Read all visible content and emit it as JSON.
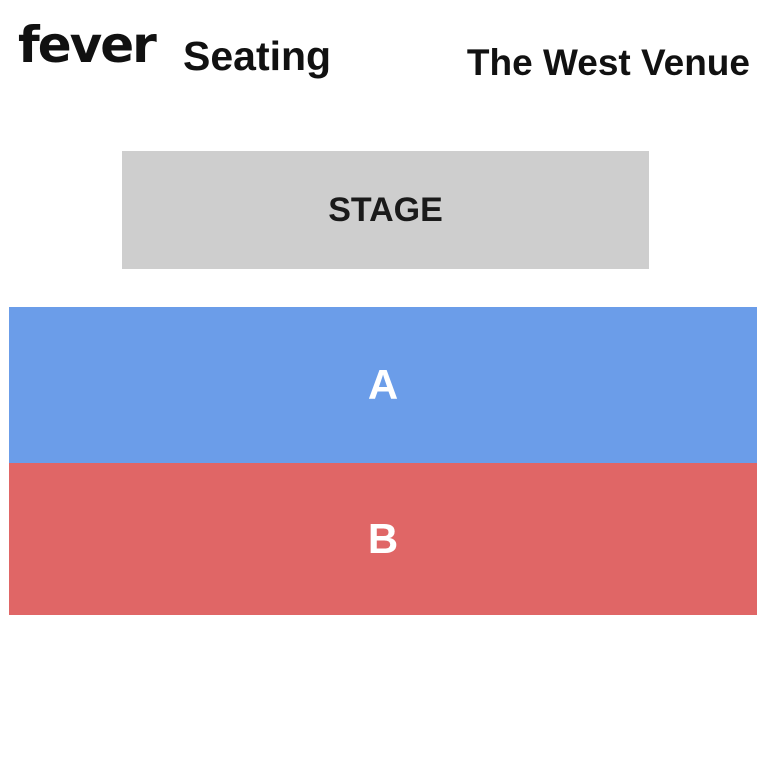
{
  "header": {
    "logo_text": "fever",
    "subtitle": "Seating",
    "venue": "The West Venue"
  },
  "stage": {
    "label": "STAGE",
    "color": "#cecece"
  },
  "sections": [
    {
      "label": "A",
      "color": "#6b9de9"
    },
    {
      "label": "B",
      "color": "#e06666"
    }
  ]
}
